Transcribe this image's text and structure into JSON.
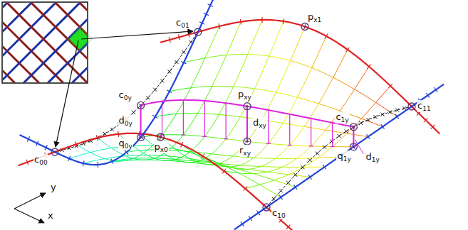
{
  "diagram": {
    "labels": [
      "c01",
      "px1",
      "c0y",
      "pxy",
      "d0y",
      "dxy",
      "rxy",
      "q0y",
      "c00",
      "px0",
      "c11",
      "c1y",
      "q1y",
      "d1y",
      "c10",
      "y",
      "x"
    ]
  }
}
